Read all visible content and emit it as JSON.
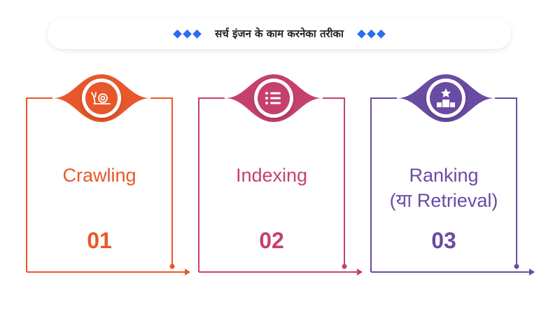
{
  "header": {
    "title": "सर्च इंजन के काम करनेका तरीका"
  },
  "steps": [
    {
      "label": "Crawling",
      "label_line2": "",
      "number": "01",
      "icon": "snail-icon",
      "color": "#e8572a"
    },
    {
      "label": "Indexing",
      "label_line2": "",
      "number": "02",
      "icon": "list-icon",
      "color": "#c5416b"
    },
    {
      "label": "Ranking",
      "label_line2": "(या Retrieval)",
      "number": "03",
      "icon": "podium-star-icon",
      "color": "#6a4ba3"
    }
  ],
  "accent_color": "#2a6df0"
}
